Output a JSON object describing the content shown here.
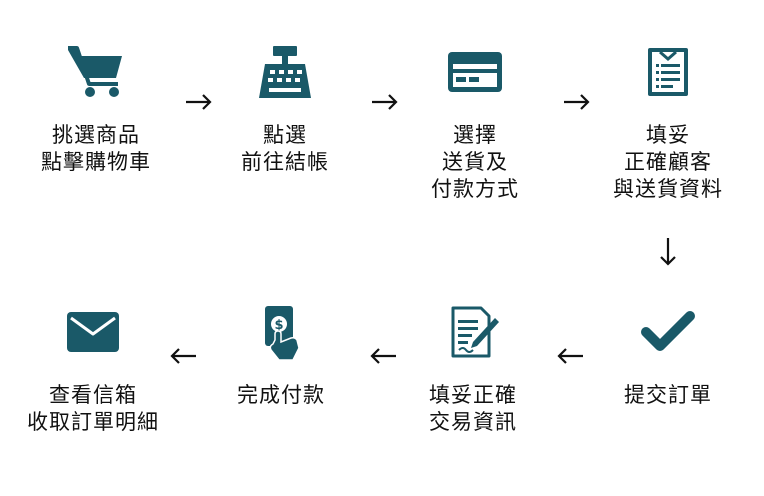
{
  "theme": {
    "icon_color": "#1a5968",
    "text_color": "#111111",
    "arrow_color": "#111111"
  },
  "steps": [
    {
      "icon": "shopping-cart-icon",
      "lines": [
        "挑選商品",
        "點擊購物車"
      ]
    },
    {
      "icon": "cash-register-icon",
      "lines": [
        "點選",
        "前往結帳"
      ]
    },
    {
      "icon": "credit-card-icon",
      "lines": [
        "選擇",
        "送貨及",
        "付款方式"
      ]
    },
    {
      "icon": "form-document-icon",
      "lines": [
        "填妥",
        "正確顧客",
        "與送貨資料"
      ]
    },
    {
      "icon": "checkmark-icon",
      "lines": [
        "提交訂單"
      ]
    },
    {
      "icon": "document-edit-icon",
      "lines": [
        "填妥正確",
        "交易資訊"
      ]
    },
    {
      "icon": "payment-hand-icon",
      "lines": [
        "完成付款"
      ]
    },
    {
      "icon": "envelope-icon",
      "lines": [
        "查看信箱",
        "收取訂單明細"
      ]
    }
  ]
}
